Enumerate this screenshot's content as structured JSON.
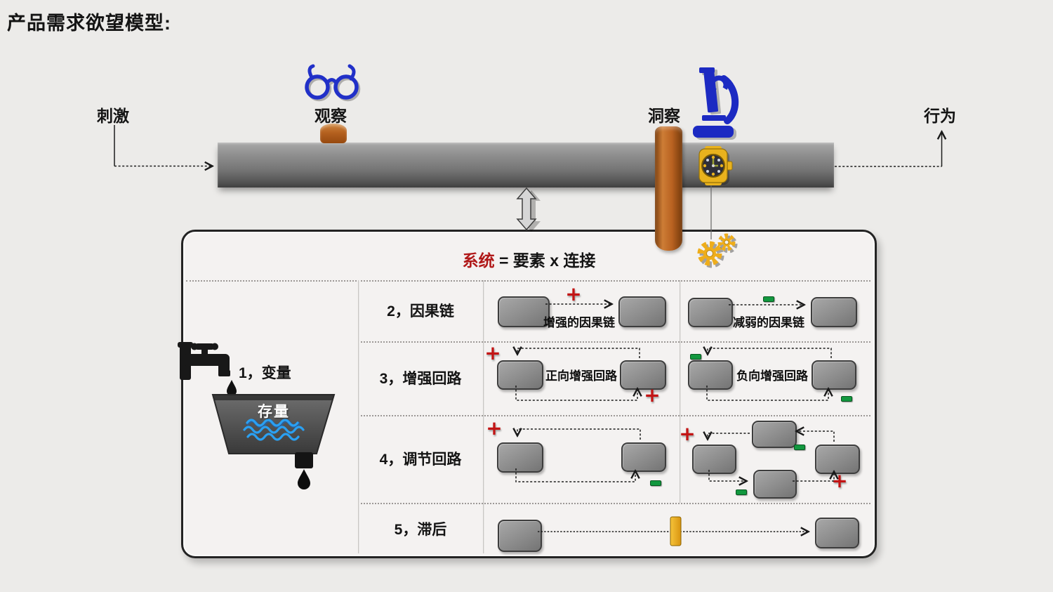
{
  "title": "产品需求欲望模型:",
  "flow": {
    "stimulus": "刺激",
    "observe": "观察",
    "insight": "洞察",
    "behavior": "行为"
  },
  "system_header": {
    "system_word": "系统",
    "equation": "= 要素 x 连接"
  },
  "glyphs": {
    "plus": "+",
    "minus": "-"
  },
  "rows": {
    "variable": {
      "label": "1，变量",
      "stock": "存量"
    },
    "causal_chain": {
      "label": "2，因果链",
      "reinforcing": {
        "sign": "+",
        "caption": "增强的因果链"
      },
      "weakening": {
        "sign": "-",
        "caption": "减弱的因果链"
      }
    },
    "reinforcing_loop": {
      "label": "3，增强回路",
      "positive": {
        "caption": "正向增强回路",
        "signs": [
          "+",
          "+"
        ]
      },
      "negative": {
        "caption": "负向增强回路",
        "signs": [
          "-",
          "-"
        ]
      }
    },
    "balancing_loop": {
      "label": "4，调节回路",
      "two_node_loop": {
        "signs": [
          "+",
          "-"
        ]
      },
      "four_node_loop": {
        "signs": [
          "+",
          "-",
          "-",
          "+"
        ]
      }
    },
    "delay": {
      "label": "5，滞后"
    }
  },
  "icons": [
    "glasses-icon",
    "microscope-icon",
    "watch-icon",
    "gears-icon",
    "faucet-icon",
    "water-drop-icon",
    "tank-shape",
    "delay-bar",
    "double-arrow-icon"
  ],
  "colors": {
    "background": "#ecebe9",
    "pipe_gray": "#7d7d7d",
    "node_gray": "#8e8e8e",
    "system_red": "#b01818",
    "plus_red": "#c31414",
    "minus_green": "#12983f",
    "accent_orange": "#b5611f",
    "icon_blue": "#2130c8",
    "gold": "#eead1b",
    "water_blue": "#2aa0f2"
  }
}
